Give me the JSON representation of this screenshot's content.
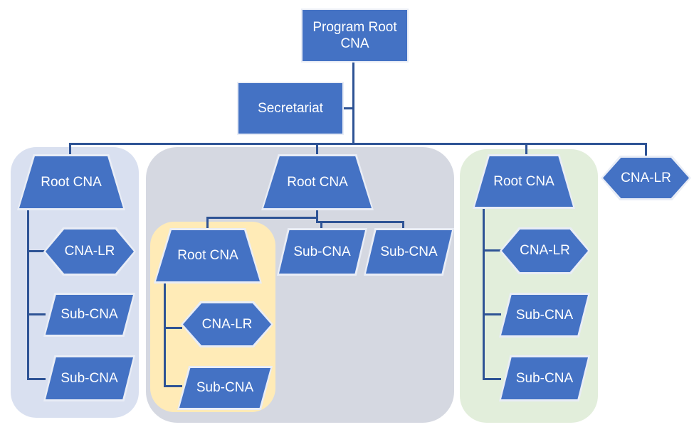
{
  "colors": {
    "canvas": "#ffffff",
    "node_fill": "#4472C4",
    "node_outline": "#E9EDF6",
    "connector": "#2E5395",
    "text": "#FFFFFF",
    "group_left_bg": "#D9E0F0",
    "group_middle_bg": "#D5D8E1",
    "group_nested_bg": "#FFEBB7",
    "group_right_bg": "#E2EEDB"
  },
  "nodes": {
    "program_root": "Program Root CNA",
    "secretariat": "Secretariat",
    "standalone_cna_lr": "CNA-LR",
    "left_group": {
      "root": "Root CNA",
      "cna_lr": "CNA-LR",
      "sub1": "Sub-CNA",
      "sub2": "Sub-CNA"
    },
    "middle_group": {
      "root": "Root CNA",
      "sub1": "Sub-CNA",
      "sub2": "Sub-CNA"
    },
    "nested_group": {
      "root": "Root CNA",
      "cna_lr": "CNA-LR",
      "sub": "Sub-CNA"
    },
    "right_group": {
      "root": "Root CNA",
      "cna_lr": "CNA-LR",
      "sub1": "Sub-CNA",
      "sub2": "Sub-CNA"
    }
  }
}
